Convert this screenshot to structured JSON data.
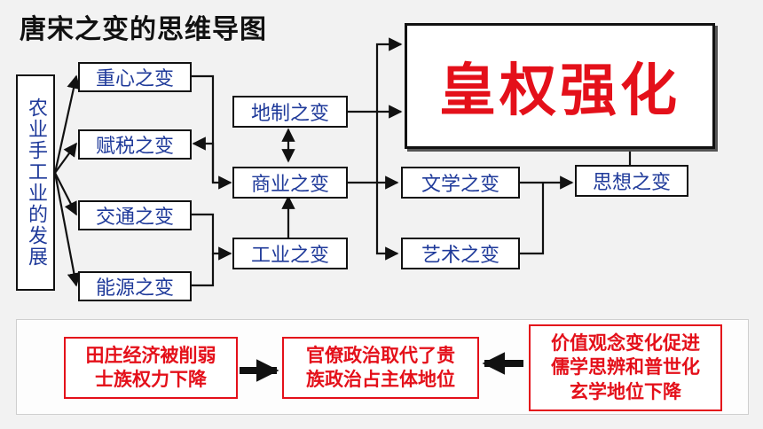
{
  "title": "唐宋之变的思维导图",
  "root": "农业手工业的发展",
  "left_nodes": [
    "重心之变",
    "赋税之变",
    "交通之变",
    "能源之变"
  ],
  "middle_nodes": {
    "land": "地制之变",
    "commerce": "商业之变",
    "industry": "工业之变"
  },
  "right_nodes": {
    "literature": "文学之变",
    "art": "艺术之变",
    "thought": "思想之变"
  },
  "highlight": "皇权强化",
  "bottom": {
    "box1": [
      "田庄经济被削弱",
      "士族权力下降"
    ],
    "box2": [
      "官僚政治取代了贵",
      "族政治占主体地位"
    ],
    "box3": [
      "价值观念变化促进",
      "儒学思辨和普世化",
      "玄学地位下降"
    ]
  },
  "colors": {
    "node_text": "#1f3a9a",
    "highlight": "#e4101a",
    "line": "#111111"
  }
}
